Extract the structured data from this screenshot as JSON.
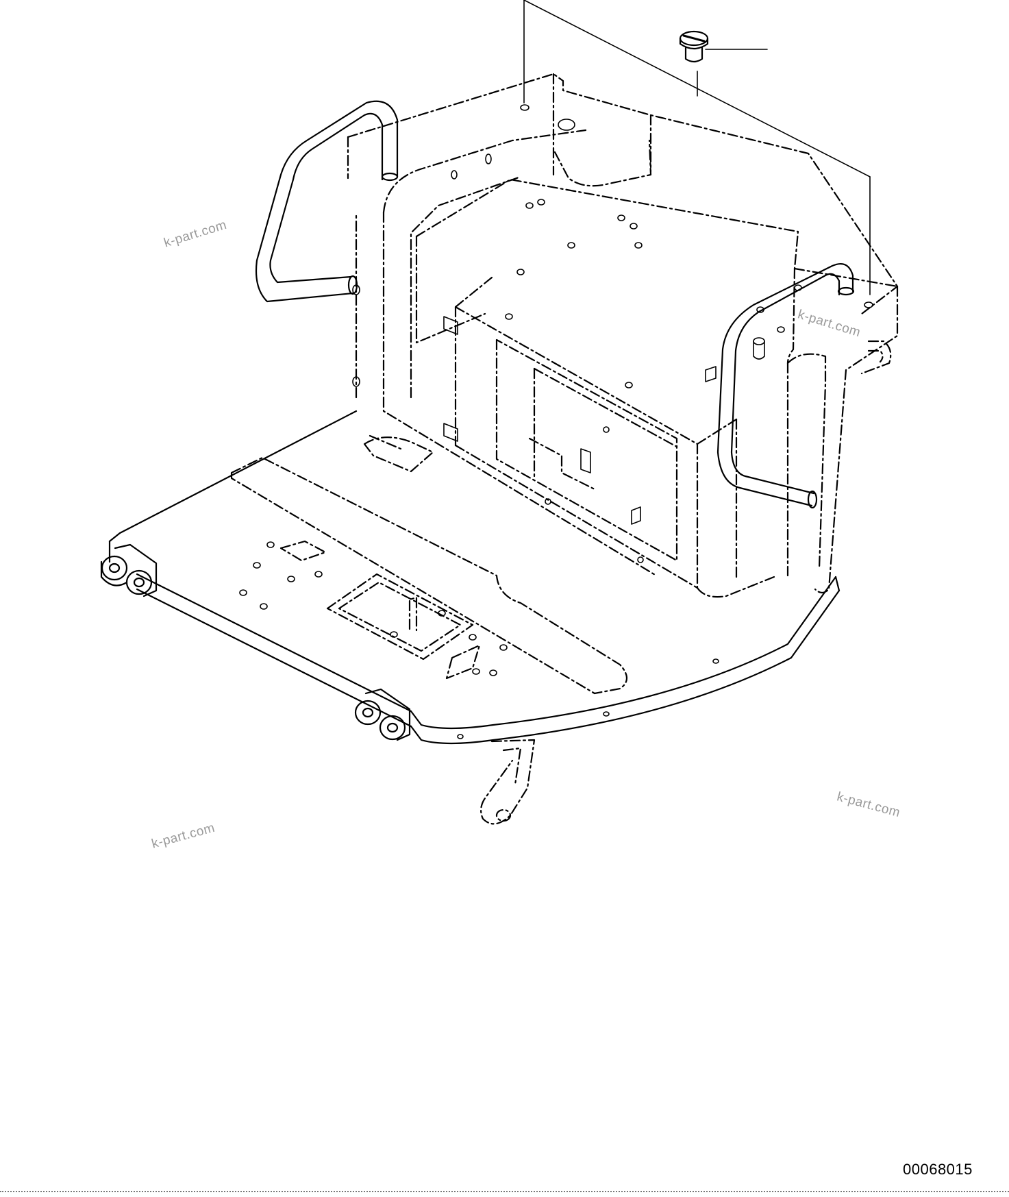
{
  "drawing": {
    "number": "00068015",
    "line_color": "#000000"
  },
  "watermarks": [
    "k-part.com",
    "k-part.com",
    "k-part.com",
    "k-part.com"
  ]
}
